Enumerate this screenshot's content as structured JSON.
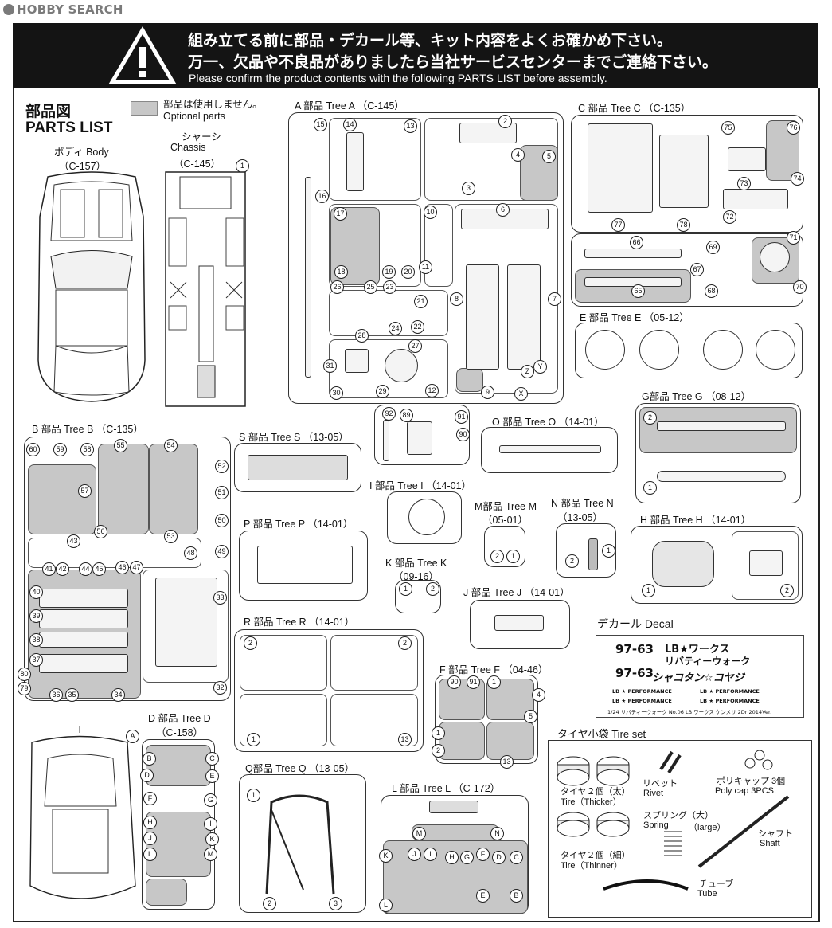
{
  "logo": "HOBBY SEARCH",
  "header": {
    "line1": "組み立てる前に部品・デカール等、キット内容をよくお確かめ下さい。",
    "line2": "万一、欠品や不良品がありましたら当社サービスセンターまでご連絡下さい。",
    "line3": "Please confirm the product contents with the following PARTS LIST before assembly."
  },
  "parts_list": {
    "title_jp": "部品図",
    "title_en": "PARTS LIST",
    "legend_jp": "部品は使用しません。",
    "legend_en": "Optional parts"
  },
  "body": {
    "jp": "ボディ Body",
    "code": "（C-157）"
  },
  "chassis": {
    "jp": "シャーシ",
    "en": "Chassis",
    "code": "（C-145）"
  },
  "trees": {
    "A": "A 部品 Tree A （C-145）",
    "B": "B 部品 Tree B （C-135）",
    "C": "C 部品 Tree C （C-135）",
    "D": "D 部品 Tree D",
    "D_code": "（C-158）",
    "E": "E 部品 Tree E （05-12）",
    "F": "F 部品 Tree F （04-46）",
    "G": "G部品 Tree G （08-12）",
    "H": "H 部品 Tree H （14-01）",
    "I": "I 部品 Tree I （14-01）",
    "J": "J 部品 Tree J （14-01）",
    "K": "K 部品 Tree K",
    "K_code": "（09-16）",
    "L": "L 部品 Tree L （C-172）",
    "M": "M部品 Tree M",
    "M_code": "（05-01）",
    "N": "N 部品 Tree N",
    "N_code": "（13-05）",
    "O": "O 部品 Tree O （14-01）",
    "P": "P 部品 Tree P （14-01）",
    "Q": "Q部品 Tree Q （13-05）",
    "R": "R 部品 Tree R （14-01）",
    "S": "S 部品 Tree S （13-05）"
  },
  "decal": {
    "title": "デカール Decal",
    "line1": "LB★ワークス",
    "line2": "リバティーウォーク",
    "line3": "シャコタン☆コヤジ",
    "plate1": "97-63",
    "plate2": "97-63",
    "perf": "LB ★ PERFORMANCE",
    "foot": "1/24 リバティーウォーク No.06 LB ワークス ケンメリ 2Dr 2014Ver."
  },
  "tire_set": {
    "title": "タイヤ小袋 Tire set",
    "thick_jp": "タイヤ２個（太）",
    "thick_en": "Tire（Thicker）",
    "thin_jp": "タイヤ２個（細）",
    "thin_en": "Tire（Thinner）",
    "rivet_jp": "リベット",
    "rivet_en": "Rivet",
    "poly_jp": "ポリキャップ 3個",
    "poly_en": "Poly cap 3PCS.",
    "spring_jp": "スプリング（大）",
    "spring_en1": "Spring",
    "spring_en2": "（large）",
    "shaft_jp": "シャフト",
    "shaft_en": "Shaft",
    "tube_jp": "チューブ",
    "tube_en": "Tube"
  },
  "numbers": {
    "A": [
      "15",
      "14",
      "13",
      "2",
      "4",
      "5",
      "3",
      "16",
      "17",
      "10",
      "6",
      "18",
      "19",
      "20",
      "11",
      "26",
      "25",
      "23",
      "21",
      "24",
      "22",
      "8",
      "7",
      "28",
      "27",
      "31",
      "30",
      "29",
      "12",
      "9",
      "Z",
      "Y",
      "X"
    ],
    "B": [
      "60",
      "59",
      "58",
      "55",
      "54",
      "52",
      "57",
      "51",
      "50",
      "56",
      "53",
      "43",
      "49",
      "48",
      "41",
      "42",
      "44",
      "45",
      "46",
      "47",
      "40",
      "33",
      "39",
      "38",
      "37",
      "80",
      "79",
      "36",
      "35",
      "34",
      "32"
    ],
    "C": [
      "75",
      "76",
      "74",
      "73",
      "72",
      "77",
      "78",
      "66",
      "69",
      "67",
      "71",
      "65",
      "68",
      "70"
    ],
    "D": [
      "A",
      "B",
      "C",
      "D",
      "E",
      "F",
      "G",
      "H",
      "I",
      "J",
      "K",
      "L",
      "M"
    ],
    "L": [
      "M",
      "N",
      "K",
      "J",
      "I",
      "H",
      "G",
      "F",
      "D",
      "C",
      "E",
      "B"
    ],
    "misc": [
      "1",
      "2",
      "92",
      "89",
      "91",
      "90"
    ]
  }
}
